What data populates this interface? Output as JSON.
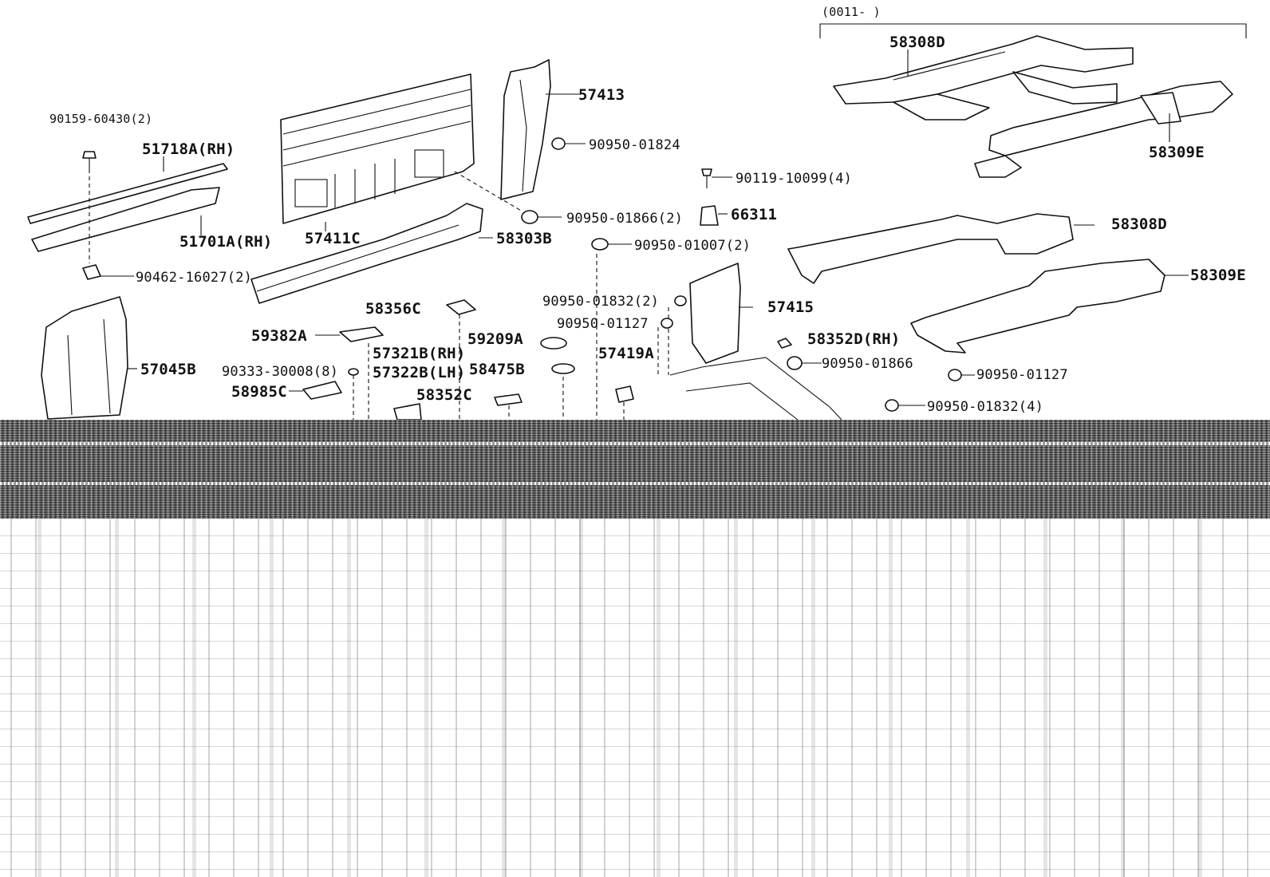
{
  "range_note": "(0011-        )",
  "callouts": {
    "p58308D_top": "58308D",
    "p58309E_top": "58309E",
    "p58308D_mid": "58308D",
    "p58309E_mid": "58309E",
    "p57413": "57413",
    "p90950_01824": "90950-01824",
    "p90119_10099": "90119-10099(4)",
    "p90950_01866_2": "90950-01866(2)",
    "p66311": "66311",
    "p90950_01007": "90950-01007(2)",
    "p90159_60430": "90159-60430(2)",
    "p51718A": "51718A(RH)",
    "p51701A": "51701A(RH)",
    "p57411C": "57411C",
    "p58303B": "58303B",
    "p90462_16027": "90462-16027(2)",
    "p90950_01832_2": "90950-01832(2)",
    "p57415": "57415",
    "p58356C": "58356C",
    "p90950_01127_a": "90950-01127",
    "p59382A": "59382A",
    "p57321B": "57321B(RH)",
    "p59209A": "59209A",
    "p58352D": "58352D(RH)",
    "p57045B": "57045B",
    "p90333_30008": "90333-30008(8)",
    "p57322B": "57322B(LH)",
    "p58475B": "58475B",
    "p57419A": "57419A",
    "p90950_01866": "90950-01866",
    "p90950_01127_b": "90950-01127",
    "p58985C": "58985C",
    "p58352C": "58352C",
    "p90950_01832_4": "90950-01832(4)"
  }
}
